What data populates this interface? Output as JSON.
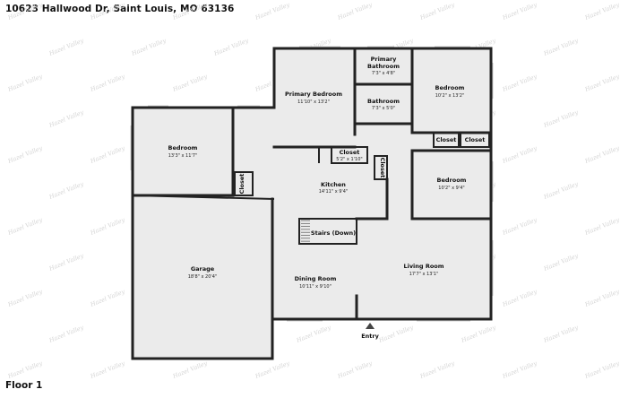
{
  "header": {
    "address": "10623 Hallwood Dr, Saint Louis, MO 63136"
  },
  "footer": {
    "floor": "Floor 1"
  },
  "watermark": {
    "text": "Hazel Valley"
  },
  "rooms": {
    "primary_bedroom": {
      "name": "Primary Bedroom",
      "dims": "11'10\" x 13'2\""
    },
    "primary_bathroom": {
      "name_line1": "Primary",
      "name_line2": "Bathroom",
      "dims": "7'3\" x 4'8\""
    },
    "bathroom": {
      "name": "Bathroom",
      "dims": "7'3\" x 5'0\""
    },
    "bedroom_ne": {
      "name": "Bedroom",
      "dims": "10'2\" x 13'2\""
    },
    "closet_ne1": {
      "name": "Closet"
    },
    "closet_ne2": {
      "name": "Closet"
    },
    "bedroom_e": {
      "name": "Bedroom",
      "dims": "10'2\" x 9'4\""
    },
    "bedroom_w": {
      "name": "Bedroom",
      "dims": "13'3\" x 11'7\""
    },
    "closet_w": {
      "name": "Closet"
    },
    "closet_hall": {
      "name": "Closet",
      "dims": "5'2\" x 1'10\""
    },
    "closet_vert": {
      "name": "Closet"
    },
    "kitchen": {
      "name": "Kitchen",
      "dims": "14'11\" x 9'4\""
    },
    "stairs": {
      "name": "Stairs (Down)"
    },
    "garage": {
      "name": "Garage",
      "dims": "18'8\" x 20'4\""
    },
    "dining_room": {
      "name": "Dining Room",
      "dims": "10'11\" x 9'10\""
    },
    "living_room": {
      "name": "Living Room",
      "dims": "17'7\" x 13'1\""
    },
    "entry": {
      "name": "Entry"
    }
  }
}
